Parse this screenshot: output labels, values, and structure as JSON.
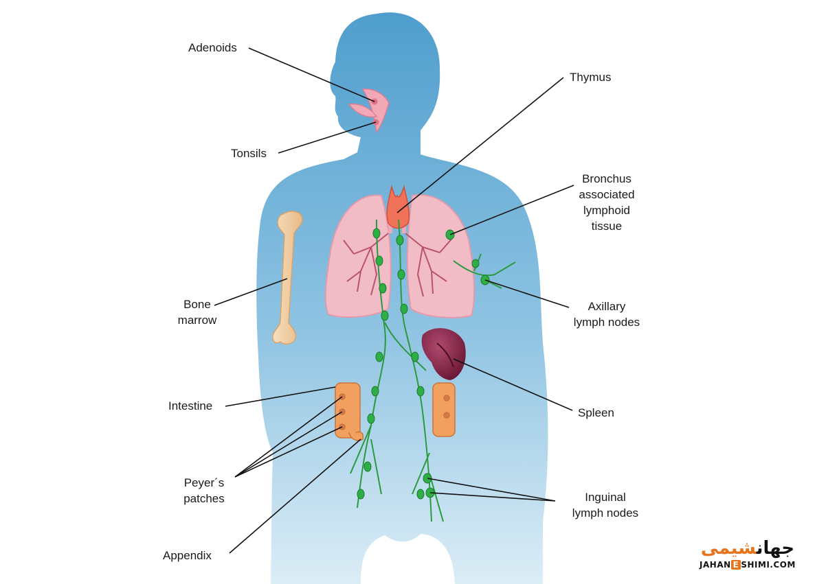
{
  "labels": {
    "adenoids": "Adenoids",
    "tonsils": "Tonsils",
    "thymus": "Thymus",
    "balt": [
      "Bronchus",
      "associated",
      "lymphoid",
      "tissue"
    ],
    "bone_marrow": [
      "Bone",
      "marrow"
    ],
    "axillary": [
      "Axillary",
      "lymph nodes"
    ],
    "spleen": "Spleen",
    "intestine": "Intestine",
    "peyers": [
      "Peyer´s",
      "patches"
    ],
    "inguinal": [
      "Inguinal",
      "lymph nodes"
    ],
    "appendix": "Appendix"
  },
  "logo": {
    "fa_main": "جهان",
    "fa_accent": "شیمی",
    "en_left": "JAHAN",
    "en_mid": "E",
    "en_right": "SHIMI.COM"
  },
  "colors": {
    "body_top": "#4f9ecd",
    "body_bottom": "#d6ebf5",
    "lung": "#f2bcc6",
    "lymph": "#2a9a3e",
    "spleen": "#7a1f3f",
    "bone": "#f3d3a4",
    "intestine": "#f1a060"
  }
}
